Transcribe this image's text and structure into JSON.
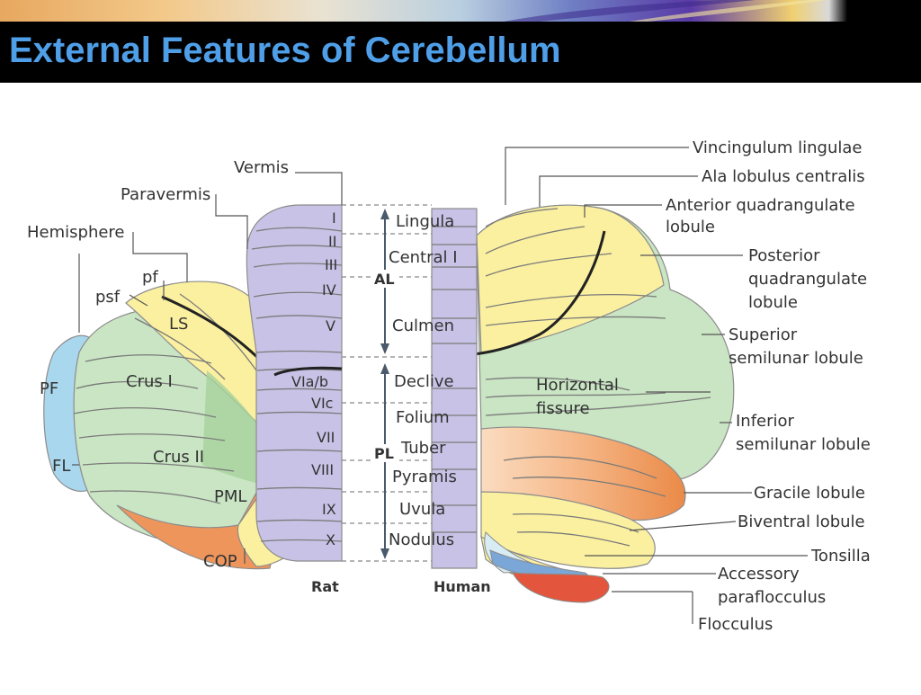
{
  "slide": {
    "title": "External Features of Cerebellum"
  },
  "colors": {
    "title_text": "#4f9fe8",
    "title_bar": "#000000",
    "vermis_purple": "#c8c3e6",
    "hemisphere_green": "#c9e5c3",
    "yellow": "#fbf0a0",
    "orange": "#ee955c",
    "blue_flocculus": "#a9d7ee",
    "red_flocculus": "#e4553d",
    "tonsilla_blue": "#d8ecf4"
  },
  "diagram": {
    "rat_labels": {
      "vermis": "Vermis",
      "paravermis": "Paravermis",
      "hemisphere": "Hemisphere",
      "pf": "pf",
      "psf": "psf",
      "ls": "LS",
      "pf_lobe": "PF",
      "crus1": "Crus I",
      "crus2": "Crus II",
      "fl": "FL",
      "pml": "PML",
      "cop": "COP"
    },
    "roman_lobules": [
      "I",
      "II",
      "III",
      "IV",
      "V",
      "VIa/b",
      "VIc",
      "VII",
      "VIII",
      "IX",
      "X"
    ],
    "vermis_lobules": [
      "Lingula",
      "Central I",
      "Culmen",
      "Declive",
      "Folium",
      "Tuber",
      "Pyramis",
      "Uvula",
      "Nodulus"
    ],
    "lobe_labels": {
      "anterior": "AL",
      "posterior": "PL"
    },
    "species": {
      "rat": "Rat",
      "human": "Human"
    },
    "human_labels": {
      "vincingulum": "Vincingulum lingulae",
      "ala": "Ala lobulus centralis",
      "ant_quad_1": "Anterior quadrangulate",
      "ant_quad_2": "lobule",
      "post_quad_1": "Posterior",
      "post_quad_2": "quadrangulate",
      "post_quad_3": "lobule",
      "sup_semi_1": "Superior",
      "sup_semi_2": "semilunar lobule",
      "horiz_1": "Horizontal",
      "horiz_2": "fissure",
      "inf_semi_1": "Inferior",
      "inf_semi_2": "semilunar lobule",
      "gracile": "Gracile lobule",
      "biventral": "Biventral lobule",
      "tonsilla": "Tonsilla",
      "acc_para_1": "Accessory",
      "acc_para_2": "paraflocculus",
      "flocculus": "Flocculus"
    }
  }
}
